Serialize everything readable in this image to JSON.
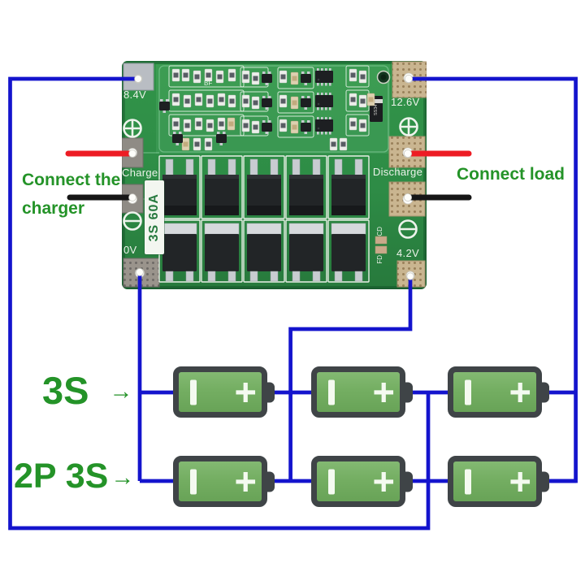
{
  "board": {
    "silkscreen": {
      "pack_voltage_2s_tap": "8.4V",
      "pack_voltage_full": "12.6V",
      "charge": "Charge",
      "discharge": "Discharge",
      "rating": "3S 60A",
      "zero_volt": "0V",
      "cell_voltage_tap": "4.2V",
      "cd": "CD",
      "fd": "FD",
      "bf": "BF",
      "diode": "SS34"
    }
  },
  "annotations": {
    "charger_line1": "Connect the",
    "charger_line2": "charger",
    "load": "Connect load",
    "series_label": "3S",
    "series_arrow": "→",
    "parallel_label": "2P 3S",
    "parallel_arrow": "→"
  },
  "battery": {
    "plus_symbol": "+"
  },
  "colors": {
    "wire_blue": "#1414CD",
    "wire_red": "#ED1C24",
    "wire_black": "#161616",
    "pcb_green": "#2E8C46",
    "battery_green": "#74AE62",
    "annotation_green": "#249328"
  }
}
